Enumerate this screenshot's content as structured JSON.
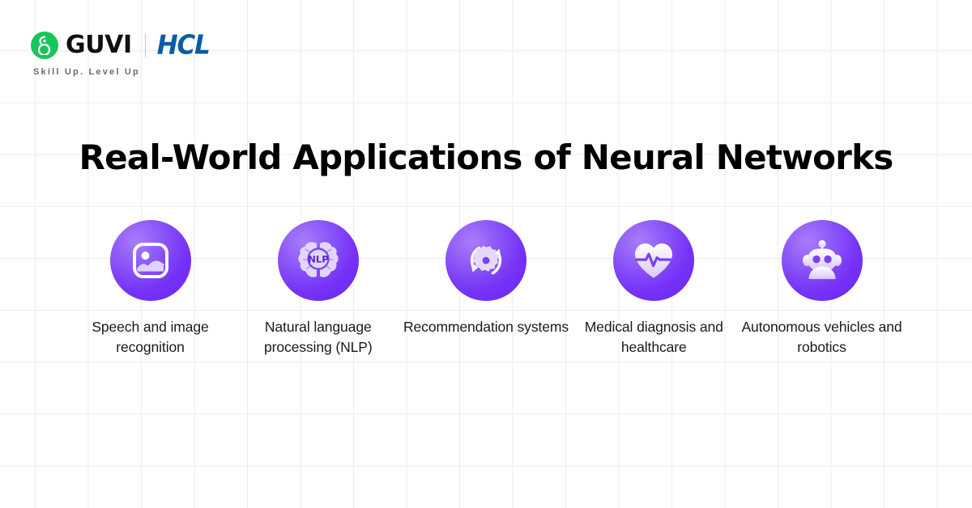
{
  "brand": {
    "guvi_name": "GUVI",
    "partner_name": "HCL",
    "tagline": "Skill Up. Level Up",
    "guvi_green": "#16C65A",
    "hcl_blue": "#0A5CA8",
    "logo_icon": "guvi-g-mark-icon",
    "divider_icon": "vertical-divider"
  },
  "header": {
    "title": "Real-World Applications of Neural Networks"
  },
  "theme": {
    "background": "#FFFFFF",
    "grid_line": "#EDEDED",
    "badge_gradient_from": "#A87DFA",
    "badge_gradient_to": "#6A23F3",
    "icon_fill": "#FFFFFF",
    "text_color": "#1A1A1A"
  },
  "cards": [
    {
      "icon": "image-photo-icon",
      "label": "Speech and image recognition"
    },
    {
      "icon": "brain-nlp-icon",
      "icon_text": "NLP",
      "label": "Natural language processing (NLP)"
    },
    {
      "icon": "gear-refresh-icon",
      "label": "Recommendation systems"
    },
    {
      "icon": "heart-pulse-icon",
      "label": "Medical diagnosis and healthcare"
    },
    {
      "icon": "robot-head-icon",
      "label": "Autonomous vehicles and robotics"
    }
  ]
}
